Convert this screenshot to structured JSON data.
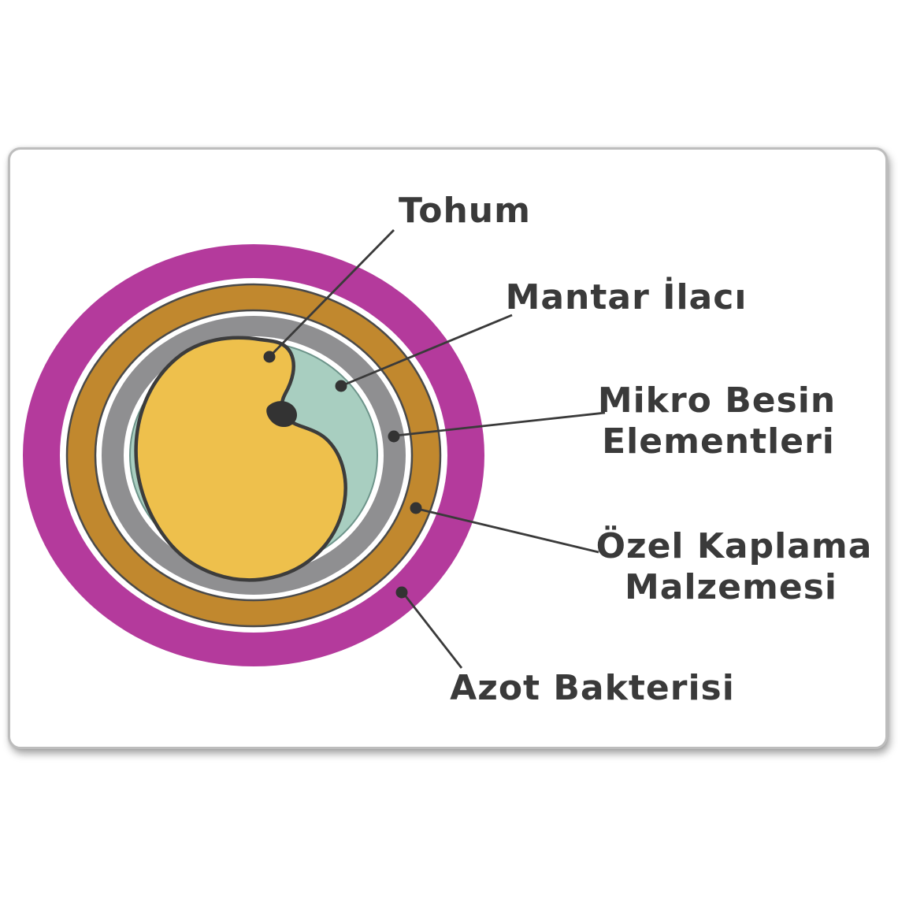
{
  "card": {
    "background": "#ffffff",
    "border_color": "#bdbdbd"
  },
  "diagram": {
    "text_color": "#3a3a3a",
    "leader_color": "#3a3a3a",
    "seed_outline_color": "#3c3c3c",
    "layers": [
      {
        "id": "tohum",
        "label": "Tohum",
        "color": "#eec04c"
      },
      {
        "id": "mantar-ilaci",
        "label": "Mantar İlacı",
        "color": "#a8cec0"
      },
      {
        "id": "mikro-besin-elementleri",
        "label": "Mikro Besin Elementleri",
        "line1": "Mikro Besin",
        "line2": "Elementleri",
        "color": "#8f8f91"
      },
      {
        "id": "ozel-kaplama-malzemesi",
        "label": "Özel Kaplama Malzemesi",
        "line1": "Özel Kaplama",
        "line2": "Malzemesi",
        "color": "#c1882e"
      },
      {
        "id": "azot-bakterisi",
        "label": "Azot Bakterisi",
        "color": "#b43a9c"
      }
    ]
  }
}
